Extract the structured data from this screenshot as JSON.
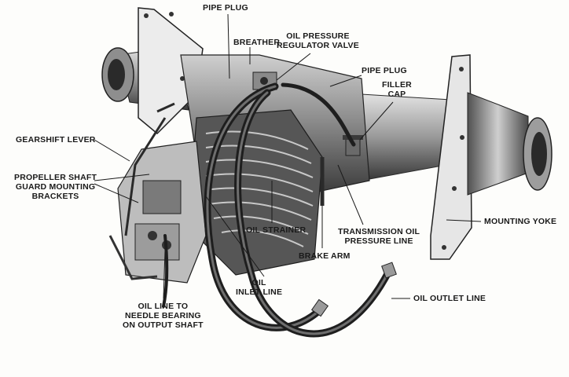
{
  "callouts": {
    "pipe_plug_top": "PIPE PLUG",
    "breather": "BREATHER",
    "oil_pressure_regulator_valve": [
      "OIL PRESSURE",
      "REGULATOR VALVE"
    ],
    "pipe_plug_right": "PIPE PLUG",
    "filler_cap": [
      "FILLER",
      "CAP"
    ],
    "gearshift_lever": "GEARSHIFT LEVER",
    "propeller_shaft_guard_mounting_brackets": [
      "PROPELLER SHAFT",
      "GUARD MOUNTING",
      "BRACKETS"
    ],
    "mounting_yoke": "MOUNTING YOKE",
    "oil_strainer": "OIL STRAINER",
    "transmission_oil_pressure_line": [
      "TRANSMISSION OIL",
      "PRESSURE LINE"
    ],
    "brake_arm": "BRAKE ARM",
    "oil_inlet_line": [
      "OIL",
      "INLET LINE"
    ],
    "oil_outlet_line": "OIL OUTLET LINE",
    "oil_line_to_needle_bearing": [
      "OIL LINE TO",
      "NEEDLE BEARING",
      "ON OUTPUT SHAFT"
    ]
  },
  "colors": {
    "ink": "#1a1a1a",
    "metal_dark": "#2b2b2b",
    "metal_mid": "#6e6e6e",
    "metal_light": "#b9b9b9",
    "paper": "#fdfdfb"
  }
}
